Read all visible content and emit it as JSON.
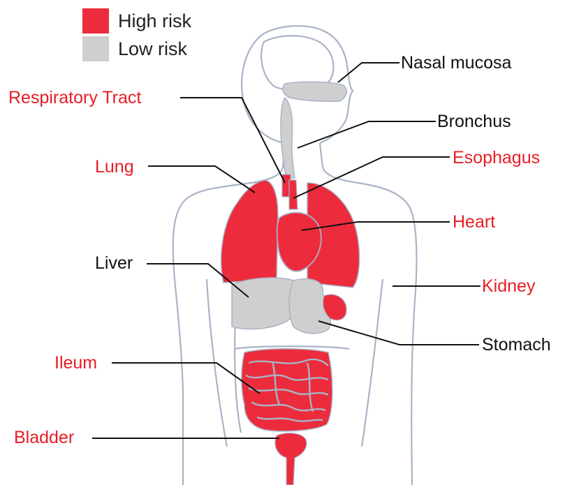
{
  "colors": {
    "high": "#ec2c3c",
    "low": "#cfcfcf",
    "outline": "#a9b3c7",
    "leader": "#111111",
    "high_text": "#e81d26",
    "low_text": "#111111"
  },
  "legend": {
    "high_label": "High risk",
    "low_label": "Low risk"
  },
  "organs": [
    {
      "id": "nasal-mucosa",
      "label": "Nasal mucosa",
      "risk": "low"
    },
    {
      "id": "respiratory-tract",
      "label": "Respiratory Tract",
      "risk": "high"
    },
    {
      "id": "bronchus",
      "label": "Bronchus",
      "risk": "low"
    },
    {
      "id": "lung",
      "label": "Lung",
      "risk": "high"
    },
    {
      "id": "esophagus",
      "label": "Esophagus",
      "risk": "high"
    },
    {
      "id": "heart",
      "label": "Heart",
      "risk": "high"
    },
    {
      "id": "liver",
      "label": "Liver",
      "risk": "low"
    },
    {
      "id": "kidney",
      "label": "Kidney",
      "risk": "high"
    },
    {
      "id": "stomach",
      "label": "Stomach",
      "risk": "low"
    },
    {
      "id": "ileum",
      "label": "Ileum",
      "risk": "high"
    },
    {
      "id": "bladder",
      "label": "Bladder",
      "risk": "high"
    }
  ]
}
